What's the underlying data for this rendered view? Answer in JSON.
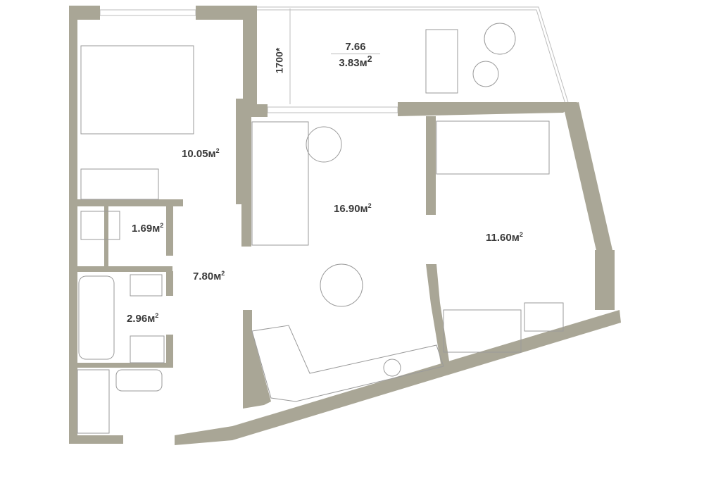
{
  "balcony": {
    "length": "7.66",
    "area": "3.83м",
    "sup": "2",
    "height_dim": "1700*"
  },
  "rooms": [
    {
      "id": "bedroom-1",
      "area": "10.05м",
      "sup": "2"
    },
    {
      "id": "living-room",
      "area": "16.90м",
      "sup": "2"
    },
    {
      "id": "bedroom-2",
      "area": "11.60м",
      "sup": "2"
    },
    {
      "id": "toilet",
      "area": "1.69м",
      "sup": "2"
    },
    {
      "id": "hallway",
      "area": "7.80м",
      "sup": "2"
    },
    {
      "id": "bathroom",
      "area": "2.96м",
      "sup": "2"
    }
  ],
  "colors": {
    "wall": "#a9a696"
  }
}
